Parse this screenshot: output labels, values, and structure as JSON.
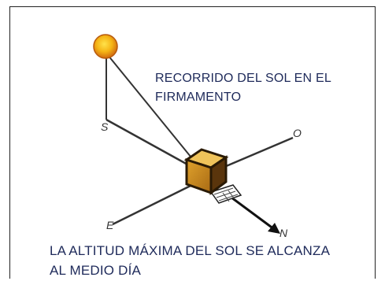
{
  "title_lines": [
    "RECORRIDO DEL SOL EN EL",
    "FIRMAMENTO"
  ],
  "caption_lines": [
    "LA ALTITUD MÁXIMA DEL SOL SE ALCANZA",
    "AL MEDIO DÍA"
  ],
  "directions": {
    "south": "S",
    "west": "O",
    "east": "E",
    "north": "N"
  },
  "colors": {
    "sun_center": "#f5c316",
    "sun_edge": "#d06a10",
    "box_front": "#c8881c",
    "box_dark": "#4a2c0a",
    "text": "#1e2a5a"
  }
}
